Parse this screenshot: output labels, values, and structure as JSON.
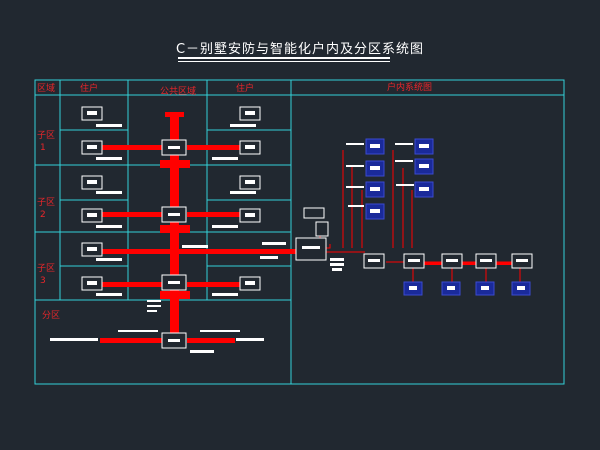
{
  "title": "C－别墅安防与智能化户内及分区系统图",
  "headers": {
    "area": "区域",
    "household_left": "住户",
    "public_area": "公共区域",
    "household_right": "住户",
    "indoor_system": "户内系统图"
  },
  "zones": [
    {
      "label": "子区",
      "num": "1"
    },
    {
      "label": "子区",
      "num": "2"
    },
    {
      "label": "子区",
      "num": "3"
    }
  ],
  "division_label": "分区",
  "colors": {
    "background": "#212830",
    "grid": "#34d1d8",
    "trunk": "#ff0000",
    "device": "#ffffff",
    "terminal": "#1a2a9a"
  }
}
